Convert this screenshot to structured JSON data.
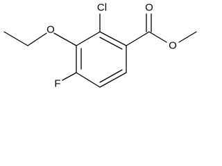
{
  "molecule": {
    "atom_labels": {
      "chlorine": "Cl",
      "ring_oxygen": "O",
      "carbonyl_oxygen": "O",
      "ester_oxygen": "O",
      "fluorine": "F"
    },
    "bond_color": "#000000",
    "label_color": "#000000"
  }
}
